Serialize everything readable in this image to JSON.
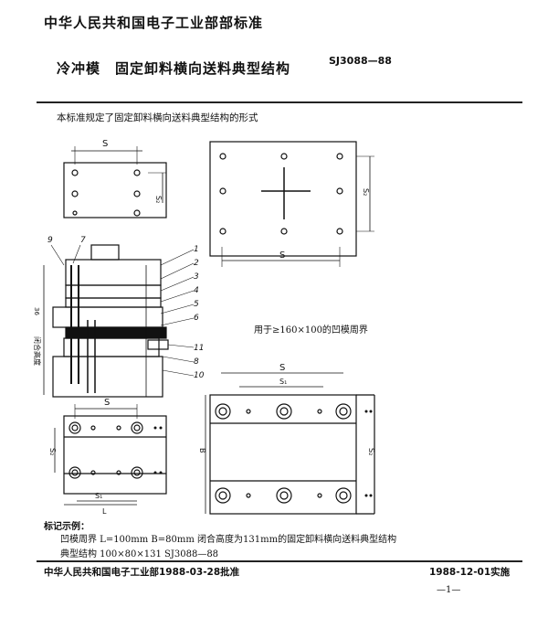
{
  "header": {
    "ministry": "中华人民共和国电子工业部部标准",
    "title_a": "冷冲模",
    "title_b": "固定卸料横向送料典型结构",
    "standard_no": "SJ3088—88"
  },
  "intro": "本标准规定了固定卸料横向送料典型结构的形式",
  "note": "用于≥160×100的凹模周界",
  "drawing": {
    "dim_s": "S",
    "dim_s1": "S₁",
    "dim_s2": "S₂",
    "dim_b": "B",
    "dim_l": "L",
    "side_label": "闭合高度",
    "side_label2": "36",
    "part_numbers": [
      "1",
      "2",
      "3",
      "4",
      "5",
      "6",
      "7",
      "8",
      "9",
      "10",
      "11"
    ]
  },
  "example": {
    "heading": "标记示例：",
    "line1": "凹模周界 L=100mm B=80mm 闭合高度为131mm的固定卸料横向送料典型结构",
    "line2": "典型结构 100×80×131 SJ3088—88"
  },
  "footer": {
    "approved": "中华人民共和国电子工业部1988-03-28批准",
    "effective": "1988-12-01实施",
    "page": "—1—"
  }
}
